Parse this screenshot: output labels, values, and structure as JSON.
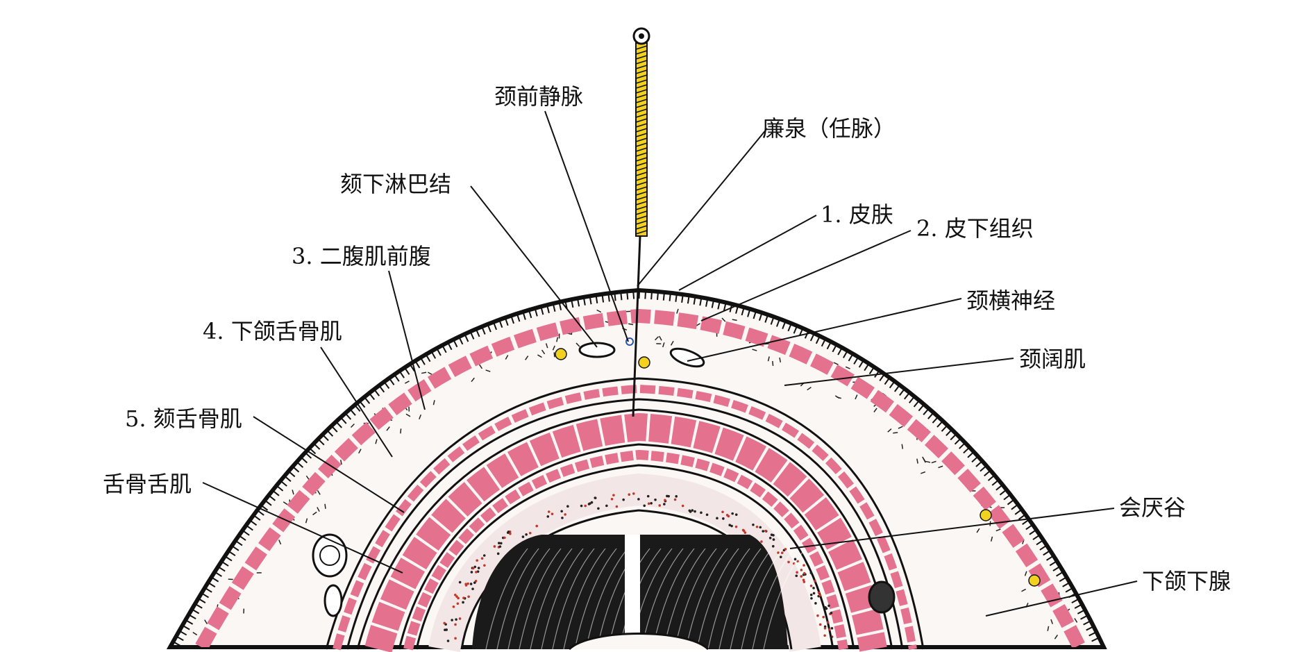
{
  "diagram": {
    "labels": {
      "anterior_jugular_vein": "颈前静脉",
      "lianquan": "廉泉（任脉）",
      "submental_lymph_node": "颏下淋巴结",
      "skin": "1. 皮肤",
      "subcutaneous": "2. 皮下组织",
      "digastric_anterior": "3. 二腹肌前腹",
      "mylohyoid": "4. 下颌舌骨肌",
      "transverse_cervical_nerve": "颈横神经",
      "platysma": "颈阔肌",
      "geniohyoid": "5. 颏舌骨肌",
      "hyoglossus": "舌骨舌肌",
      "vallecula": "会厌谷",
      "submandibular_gland": "下颌下腺"
    },
    "colors": {
      "muscle": "#e4728f",
      "muscle_pale": "#f6c6d3",
      "outline": "#111111",
      "needle_handle": "#f2d21f",
      "node": "#f2d21f"
    }
  }
}
